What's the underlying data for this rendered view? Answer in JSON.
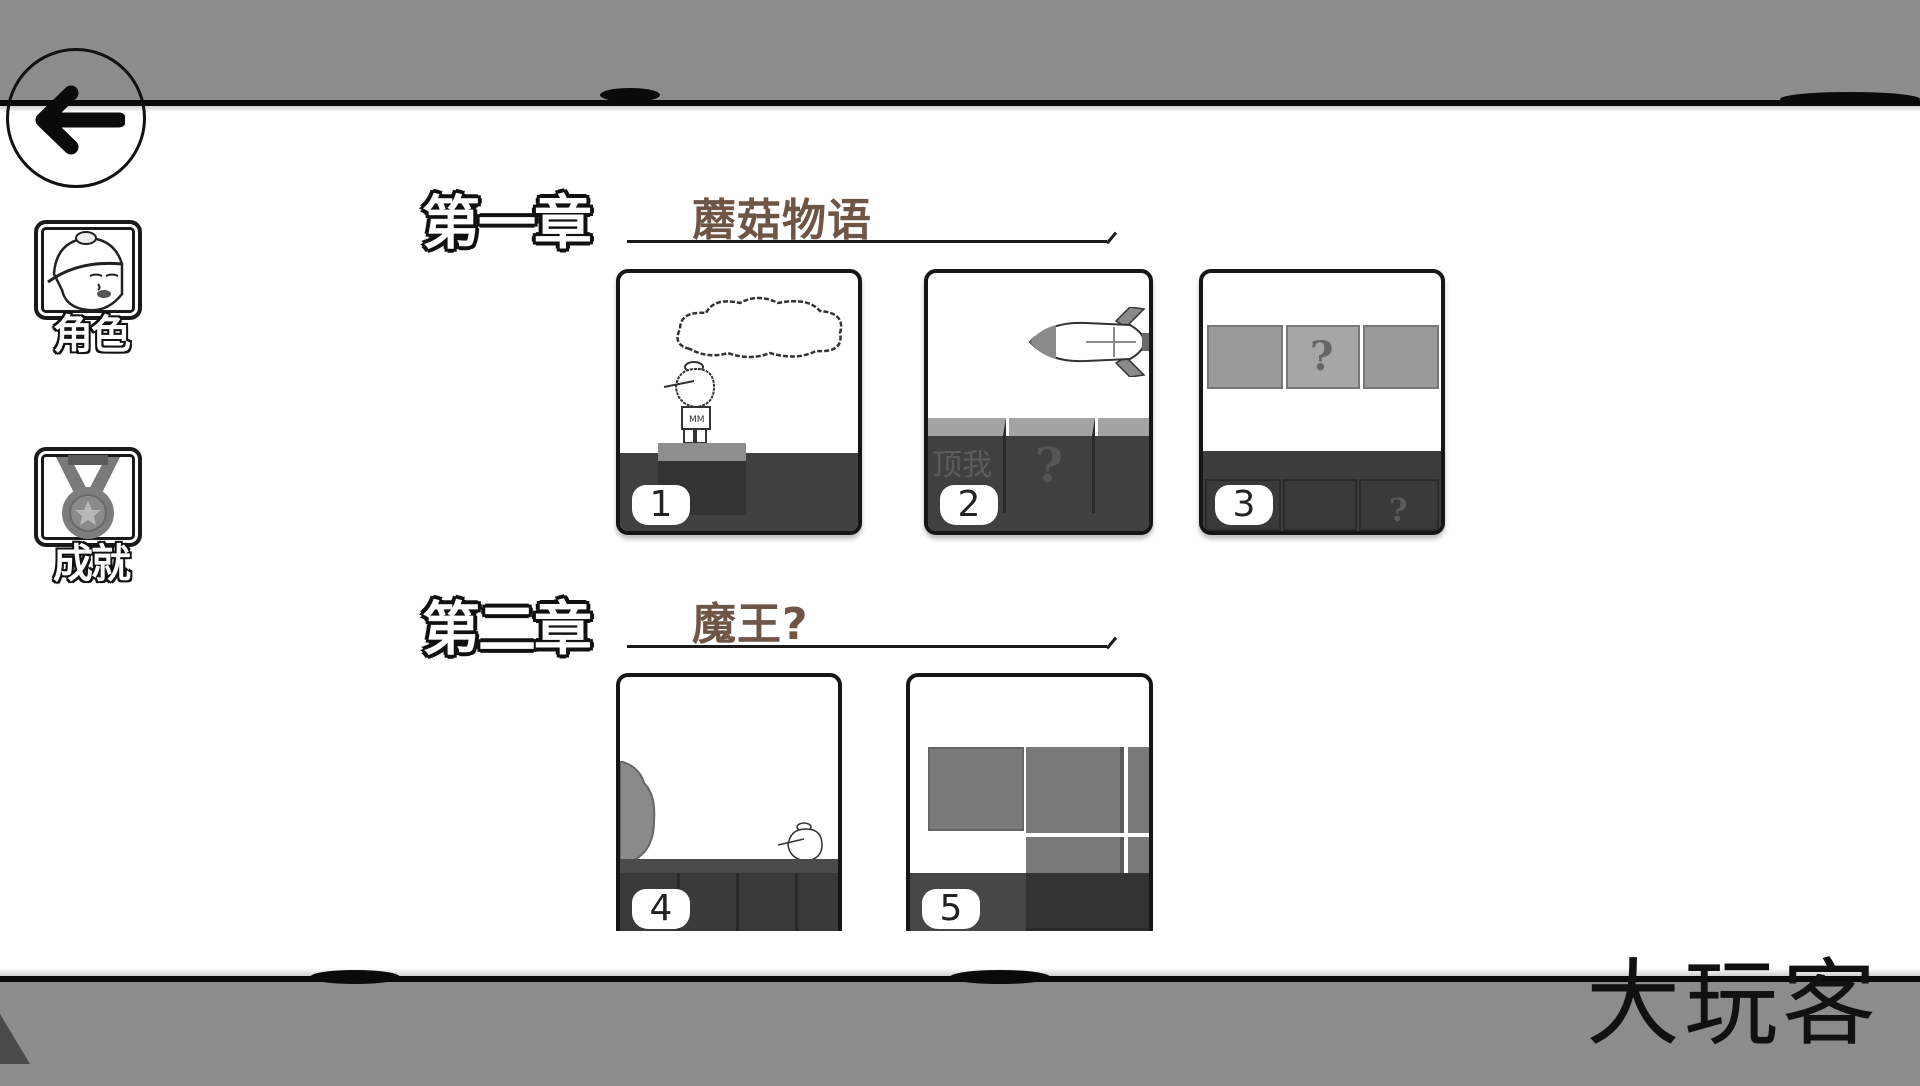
{
  "top_bar": {
    "color": "#8c8c8c"
  },
  "navigation": {
    "back_button": {
      "icon": "arrow-left-icon"
    }
  },
  "sidebar": {
    "items": [
      {
        "label": "角色",
        "icon": "character-face-icon"
      },
      {
        "label": "成就",
        "icon": "medal-icon"
      }
    ]
  },
  "chapters": [
    {
      "title": "第一章",
      "subtitle": "蘑菇物语",
      "levels": [
        {
          "number": "1",
          "scene": "character-on-block-under-cloud"
        },
        {
          "number": "2",
          "scene": "rocket-over-blocks",
          "block_text": "顶我",
          "block_mark": "?"
        },
        {
          "number": "3",
          "scene": "floating-question-blocks",
          "block_mark": "?"
        }
      ]
    },
    {
      "title": "第二章",
      "subtitle": "魔王?",
      "levels": [
        {
          "number": "4",
          "scene": "character-with-boulder"
        },
        {
          "number": "5",
          "scene": "stacked-blocks"
        }
      ]
    }
  ],
  "watermark": "大玩客",
  "colors": {
    "bar_gray": "#8c8c8c",
    "ground_dark": "#404040",
    "block_gray": "#9e9e9e",
    "subtitle_brown": "#6e5546"
  }
}
